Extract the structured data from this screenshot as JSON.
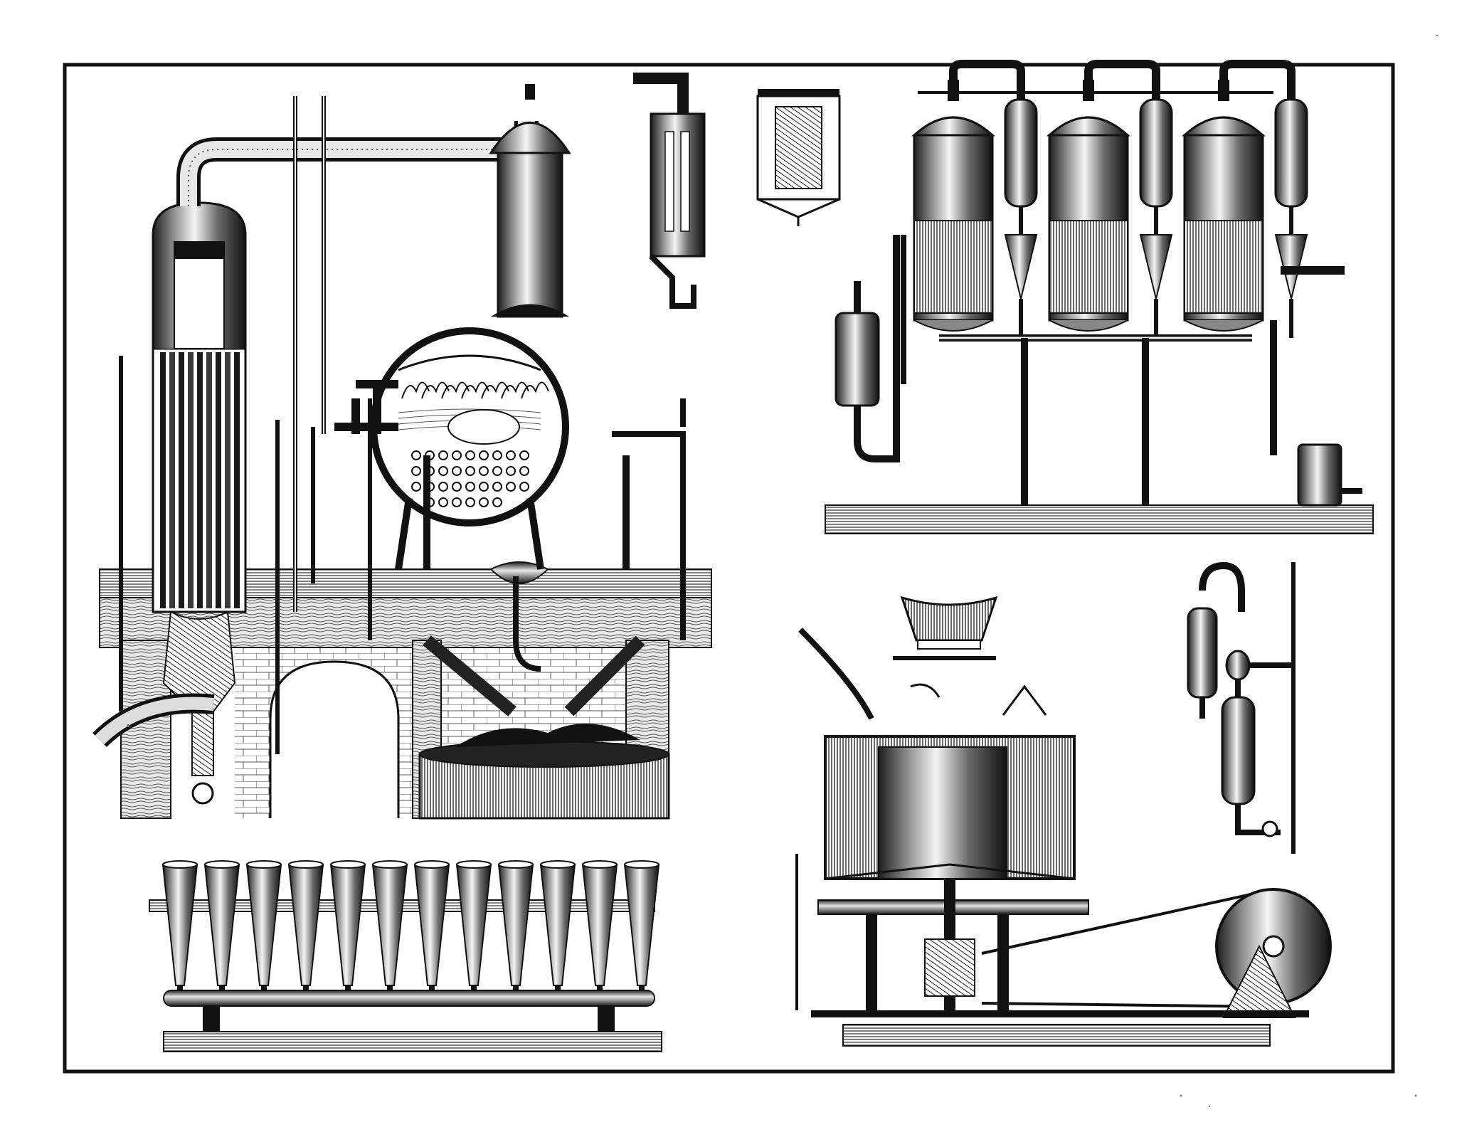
{
  "plate": {
    "title": "",
    "caption": ""
  },
  "colors": {
    "ink": "#141414",
    "paper": "#ffffff",
    "mid": "#6e6e6e",
    "light": "#bdbdbd",
    "dark": "#2a2a2a"
  },
  "figures": [
    {
      "id": "vacuum-pan-apparatus",
      "icon": "boiler-icon"
    },
    {
      "id": "condenser-detail",
      "icon": "condenser-icon"
    },
    {
      "id": "filter-detail",
      "icon": "filter-icon"
    },
    {
      "id": "triple-effect-evaporator",
      "icon": "evaporator-icon"
    },
    {
      "id": "sugar-mould-rack",
      "icon": "cone-mould-icon"
    },
    {
      "id": "centrifugal-machine",
      "icon": "centrifuge-icon"
    },
    {
      "id": "wall-separator",
      "icon": "separator-icon"
    }
  ],
  "mould_rack": {
    "cone_count": 12
  }
}
